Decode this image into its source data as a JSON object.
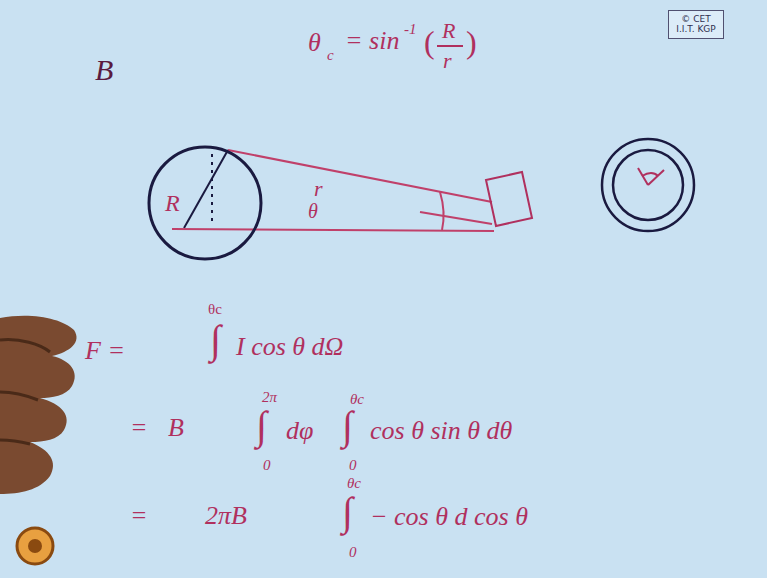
{
  "diagram": {
    "nodes": [
      {
        "text": [
          "© CET I.I.T. KGP"
        ]
      },
      {
        "text": [
          "R"
        ]
      }
    ],
    "labels": [
      "B",
      "θ",
      "c",
      "= sin",
      "-1",
      "(",
      "R",
      "r",
      ")",
      "r",
      "θ",
      "F =",
      "∫",
      "I cos θ dΩ",
      "2π",
      "θc",
      "=",
      "B",
      "∫",
      "0",
      "dφ",
      "θc",
      "∫",
      "0",
      "cos θ sin θ dθ",
      "=",
      "2πB",
      "θc",
      "∫",
      "0",
      "− cos θ d cos θ"
    ]
  }
}
